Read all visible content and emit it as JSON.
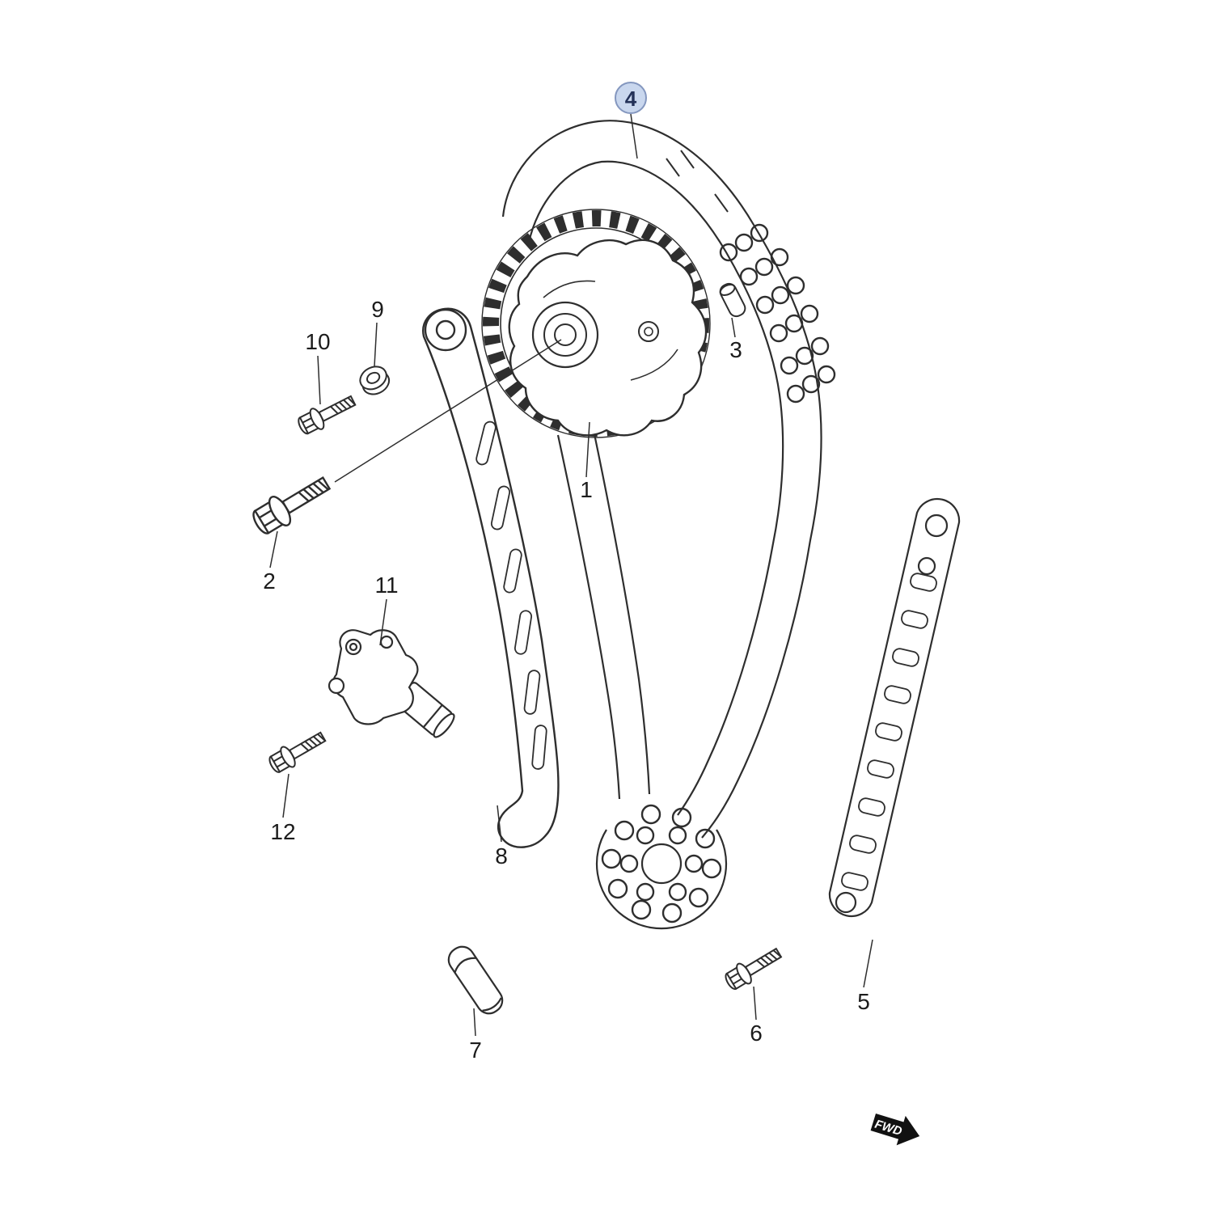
{
  "diagram": {
    "labels": [
      {
        "text": "1"
      },
      {
        "text": "2"
      },
      {
        "text": "3"
      },
      {
        "text": "4"
      },
      {
        "text": "5"
      },
      {
        "text": "6"
      },
      {
        "text": "7"
      },
      {
        "text": "8"
      },
      {
        "text": "9"
      },
      {
        "text": "10"
      },
      {
        "text": "11"
      },
      {
        "text": "12"
      }
    ],
    "fwd_arrow": {
      "text": "FWD"
    },
    "colors": {
      "line": "#2e2e2e",
      "background": "#ffffff",
      "highlight_fill": "#c9d7ee",
      "highlight_stroke": "#8497bf",
      "highlight_text": "#233158"
    }
  }
}
